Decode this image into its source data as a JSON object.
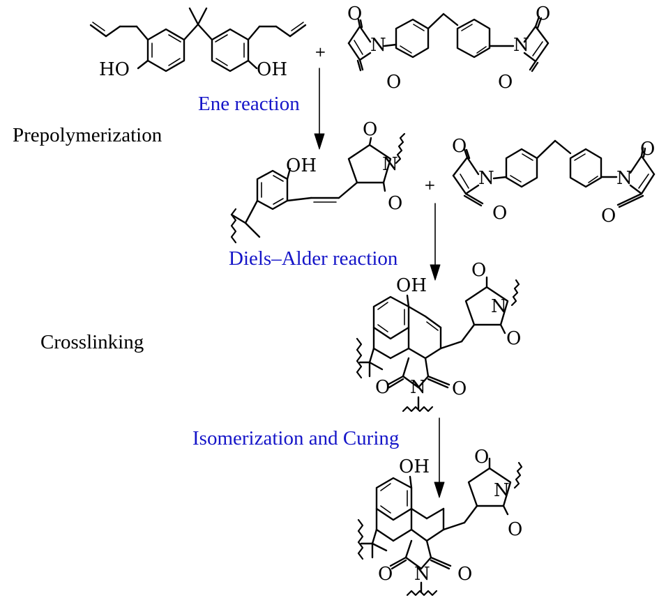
{
  "stages": {
    "prepolymerization": "Prepolymerization",
    "crosslinking": "Crosslinking"
  },
  "reactions": {
    "ene": "Ene reaction",
    "diels_alder": "Diels–Alder reaction",
    "isomerization": "Isomerization and Curing"
  },
  "symbols": {
    "plus": "+"
  },
  "atoms": {
    "ho": "HO",
    "oh": "OH",
    "o": "O",
    "n": "N"
  },
  "colors": {
    "reaction_label": "#1515c8",
    "structure": "#000000"
  }
}
